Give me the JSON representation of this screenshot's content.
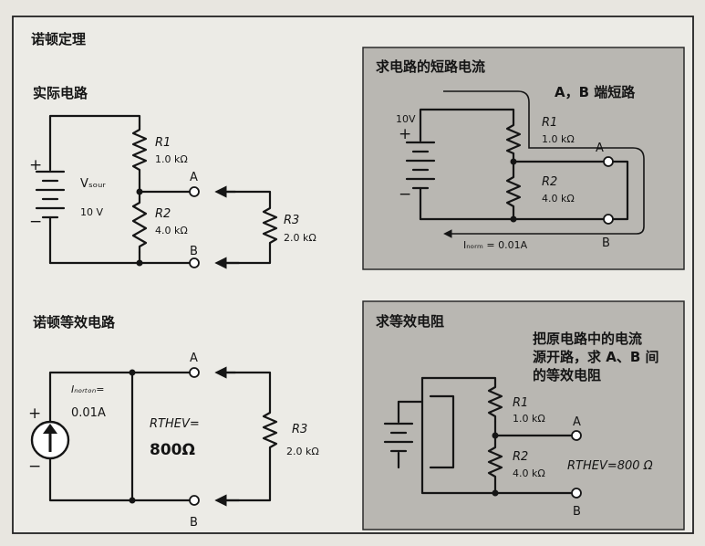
{
  "title": "诺顿定理",
  "actual_circuit": {
    "heading": "实际电路",
    "v_label": "Vₛₒᵤᵣ",
    "v_value": "10 V",
    "plus": "+",
    "minus": "−",
    "r1_name": "R1",
    "r1_value": "1.0 kΩ",
    "r2_name": "R2",
    "r2_value": "4.0 kΩ",
    "r3_name": "R3",
    "r3_value": "2.0 kΩ",
    "term_a": "A",
    "term_b": "B"
  },
  "short_circuit_panel": {
    "heading": "求电路的短路电流",
    "note": "A，B 端短路",
    "v_value": "10V",
    "plus": "+",
    "minus": "−",
    "r1_name": "R1",
    "r1_value": "1.0 kΩ",
    "r2_name": "R2",
    "r2_value": "4.0 kΩ",
    "term_a": "A",
    "term_b": "B",
    "current": "Iₙₒᵣₘ = 0.01A"
  },
  "norton_circuit": {
    "heading": "诺顿等效电路",
    "i_label": "Iₙₒᵣₜₒₙ=",
    "i_value": "0.01A",
    "plus": "+",
    "minus": "−",
    "rth_label": "RTHEV=",
    "rth_value": "800Ω",
    "r3_name": "R3",
    "r3_value": "2.0 kΩ",
    "term_a": "A",
    "term_b": "B"
  },
  "equiv_resistance_panel": {
    "heading": "求等效电阻",
    "note_line1": "把原电路中的电流",
    "note_line2": "源开路，求 A、B 间",
    "note_line3": "的等效电阻",
    "r1_name": "R1",
    "r1_value": "1.0 kΩ",
    "r2_name": "R2",
    "r2_value": "4.0 kΩ",
    "rth_result": "RTHEV=800 Ω",
    "term_a": "A",
    "term_b": "B"
  }
}
